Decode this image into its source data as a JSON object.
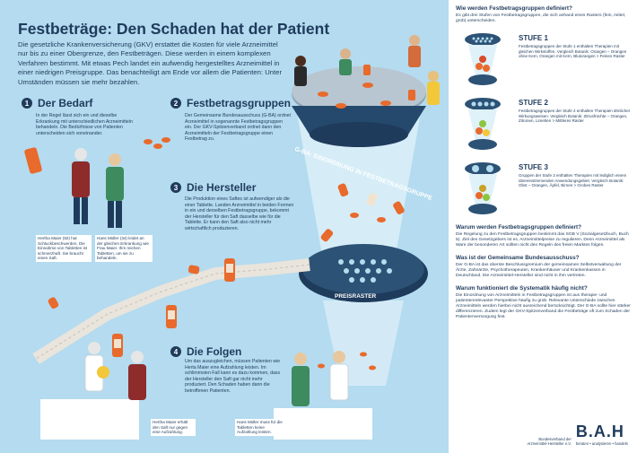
{
  "left": {
    "title": "Festbeträge: Den Schaden hat der Patient",
    "intro": "Die gesetzliche Krankenversicherung (GKV) erstattet die Kosten für viele Arzneimittel nur bis zu einer Obergrenze, den Festbeträgen. Diese werden in einem komplexen Verfahren bestimmt. Mit etwas Pech landet ein aufwendig hergestelltes Arzneimittel in einer niedrigen Preisgruppe. Das benachteiligt am Ende vor allem die Patienten: Unter Umständen müssen sie mehr bezahlen.",
    "sections": [
      {
        "num": "1",
        "title": "Der Bedarf",
        "body": "In der Regel lässt sich ein und dieselbe Erkrankung mit unterschiedlichen Arzneimitteln behandeln. Die Bedürfnisse von Patienten unterscheiden sich voneinander."
      },
      {
        "num": "2",
        "title": "Festbetragsgruppen",
        "body": "Der Gemeinsame Bundesausschuss (G-BA) ordnet Arzneimittel in sogenannte Festbetragsgruppen ein. Der GKV-Spitzenverband ordnet dann den Arzneimitteln der Festbetragsgruppe einen Festbetrag zu."
      },
      {
        "num": "3",
        "title": "Die Hersteller",
        "body": "Die Produktion eines Saftes ist aufwendiger als die einer Tablette. Landen Arzneimittel in beiden Formen in ein und derselben Festbetragsgruppe, bekommt der Hersteller für den Saft dasselbe wie für die Tablette. Er kann den Saft also nicht mehr wirtschaftlich produzieren."
      },
      {
        "num": "4",
        "title": "Die Folgen",
        "body": "Um das auszugleichen, müssen Patienten wie Herta Maier eine Aufzahlung leisten. Im schlimmsten Fall kann es dazu kommen, dass der Hersteller den Saft gar nicht mehr produziert. Den Schaden haben dann die betroffenen Patienten."
      }
    ],
    "captions": {
      "herta": "Hertha Maier (82) hat Schluckbeschwerden. Die Einnahme von Tabletten ist schmerzhaft. Sie braucht einen Saft.",
      "hans": "Hans Müller (34) leidet an der gleichen Erkrankung wie Frau Maier. Ihm reichen Tabletten, um sie zu behandeln.",
      "herta2": "Hertha Maier erhält den Saft nur gegen eine Aufzahlung.",
      "hans2": "Hans Müller muss für die Tabletten keine Aufzahlung leisten."
    },
    "labels": {
      "gba": "G-BA: EINORDNUNG IN FESTBETRAGSGRUPPE",
      "preisraster": "PREISRASTER"
    }
  },
  "right": {
    "q1": "Wie werden Festbetragsgruppen definiert?",
    "a1": "Es gibt drei Stufen von Festbetragsgruppen, die sich anhand eines Rasters (fein, mittel, grob) unterscheiden.",
    "stufen": [
      {
        "title": "STUFE 1",
        "body": "Festbetragsgruppen der Stufe 1 enthalten Therapien mit gleichen Wirkstoffen. Vergleich Botanik: Orangen – Orangen ohne Kern, Orangen mit Kern, Blutorangen > Feines Raster"
      },
      {
        "title": "STUFE 2",
        "body": "Festbetragsgruppen der Stufe 2 enthalten Therapien ähnlicher Wirkungsweisen. Vergleich Botanik: Zitrusfrüchte – Orangen, Zitronen, Limetten > Mittleres Raster"
      },
      {
        "title": "STUFE 3",
        "body": "Gruppen der Stufe 3 enthalten Therapien mit lediglich einem übereinstimmenden Anwendungsgebiet. Vergleich Botanik: Obst – Orangen, Äpfel, Birnen > Grobes Raster"
      }
    ],
    "qa": [
      {
        "q": "Warum werden Festbetragsgruppen definiert?",
        "a": "Die Regelung zu den Festbetragsgruppen bestimmt das SGB V (Sozialgesetzbuch, Buch 5). Ziel des Gesetzgebers ist es, Arzneimittelpreise zu regulieren. Denn Arzneimittel als Ware der besonderen Art sollten nicht den Regeln des freien Marktes folgen."
      },
      {
        "q": "Was ist der Gemeinsame Bundesausschuss?",
        "a": "Der G-BA ist das oberste Beschlussgremium der gemeinsamen Selbstverwaltung der Ärzte, Zahnärzte, Psychotherapeuten, Krankenhäuser und Krankenkassen in Deutschland. Die Arzneimittel-Hersteller sind nicht in ihm vertreten."
      },
      {
        "q": "Warum funktioniert die Systematik häufig nicht?",
        "a": "Die Einordnung von Arzneimitteln in Festbetragsgruppen ist aus therapie- und patientenrelevanter Perspektive häufig zu grob. Relevante Unterschiede zwischen Arzneimitteln werden hierbei nicht ausreichend berücksichtigt. Der G-BA sollte hier stärker differenzieren. Zudem legt der GKV-Spitzenverband die Festbeträge oft zum Schaden der Patientenversorgung fest."
      }
    ],
    "logo": {
      "small": "Bundesverband der Arzneimittel-Hersteller e.V.",
      "main": "B.A.H",
      "sub": "beraten • analysieren • handeln"
    }
  },
  "colors": {
    "navy": "#1f3b5c",
    "sky": "#b4dbef",
    "orange": "#e86a2c",
    "pill": "#f1e3cf"
  }
}
